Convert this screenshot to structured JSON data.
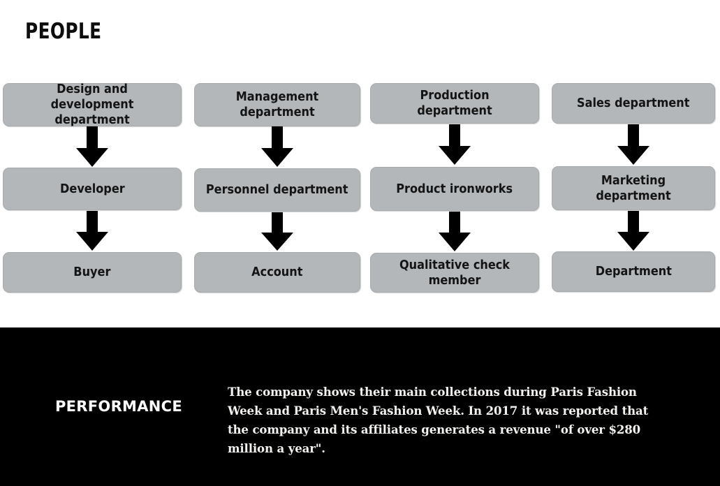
{
  "sections": {
    "people": {
      "title": "PEOPLE",
      "background_color": "#ffffff"
    },
    "performance": {
      "label": "PERFORMANCE",
      "body": "The company shows their main collections during Paris Fashion Week and Paris Men's Fashion Week. In 2017 it was reported that the company and its affiliates generates a revenue \"of over $280 million a year\".",
      "background_color": "#000000",
      "text_color": "#ffffff"
    }
  },
  "chart_data": {
    "type": "diagram",
    "title": "PEOPLE",
    "layout": "four parallel vertical flows, three stages each, connected by downward arrows",
    "box_fill_color": "#b3b7ba",
    "arrow_color": "#000000",
    "columns": [
      {
        "name": "design-and-development",
        "stages": [
          "Design and development department",
          "Developer",
          "Buyer"
        ]
      },
      {
        "name": "management",
        "stages": [
          "Management department",
          "Personnel department",
          "Account"
        ]
      },
      {
        "name": "production",
        "stages": [
          "Production department",
          "Product ironworks",
          "Qualitative check member"
        ]
      },
      {
        "name": "sales",
        "stages": [
          "Sales department",
          "Marketing department",
          "Department"
        ]
      }
    ],
    "connectors": [
      {
        "from": "Design and development department",
        "to": "Developer",
        "symbol": "down-arrow"
      },
      {
        "from": "Developer",
        "to": "Buyer",
        "symbol": "down-arrow"
      },
      {
        "from": "Management department",
        "to": "Personnel department",
        "symbol": "down-arrow"
      },
      {
        "from": "Personnel department",
        "to": "Account",
        "symbol": "down-arrow"
      },
      {
        "from": "Production department",
        "to": "Product ironworks",
        "symbol": "down-arrow"
      },
      {
        "from": "Product ironworks",
        "to": "Qualitative check member",
        "symbol": "down-arrow"
      },
      {
        "from": "Sales department",
        "to": "Marketing department",
        "symbol": "down-arrow"
      },
      {
        "from": "Marketing department",
        "to": "Department",
        "symbol": "down-arrow"
      }
    ]
  }
}
